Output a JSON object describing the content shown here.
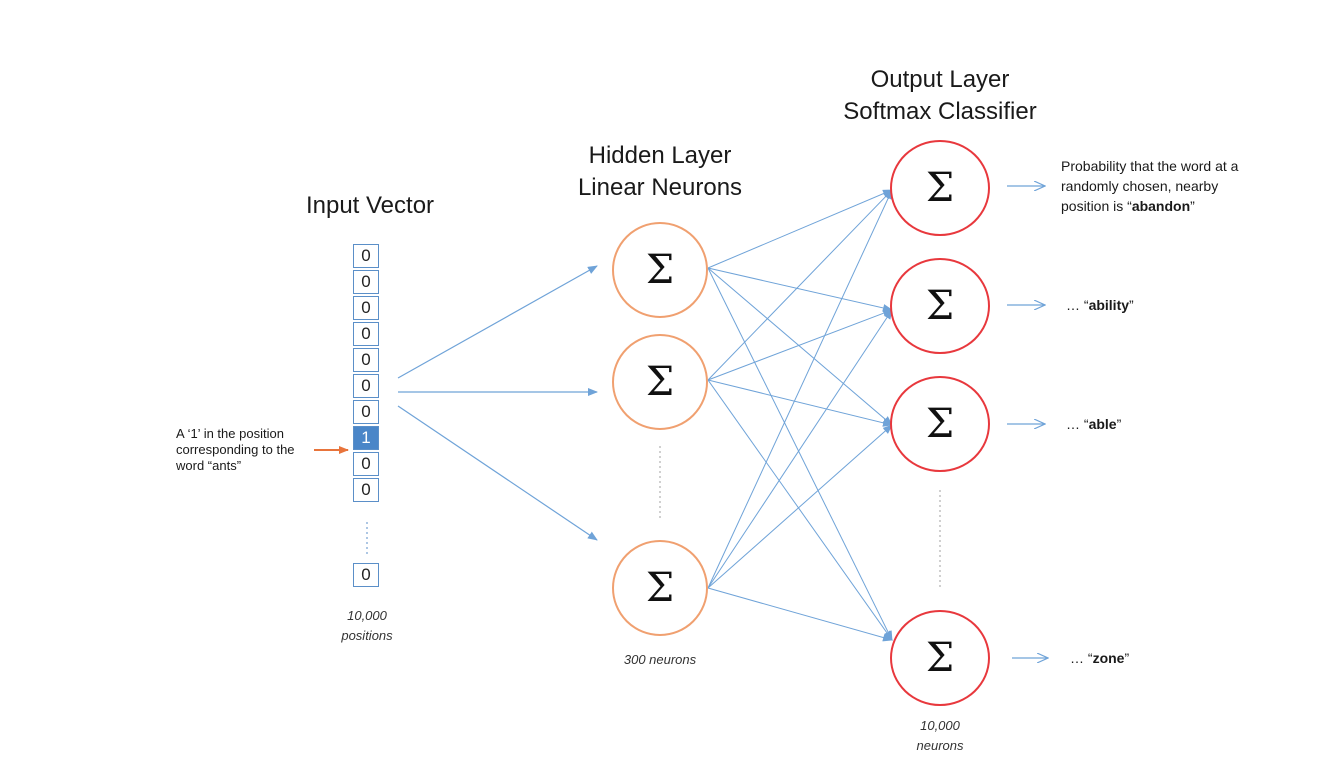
{
  "titles": {
    "input": "Input Vector",
    "hidden_1": "Hidden Layer",
    "hidden_2": "Linear Neurons",
    "output_1": "Output Layer",
    "output_2": "Softmax Classifier"
  },
  "input_vector": {
    "cells": [
      "0",
      "0",
      "0",
      "0",
      "0",
      "0",
      "0",
      "1",
      "0",
      "0"
    ],
    "last_cell": "0",
    "caption_1": "10,000",
    "caption_2": "positions"
  },
  "annotation": {
    "line_1": "A ‘1’ in the position",
    "line_2": "corresponding to the",
    "line_3": "word “ants”"
  },
  "hidden_layer": {
    "symbol": "Σ",
    "caption": "300 neurons"
  },
  "output_layer": {
    "symbol": "Σ",
    "caption_1": "10,000",
    "caption_2": "neurons"
  },
  "output_labels": {
    "first_line_1": "Probability that the word at a",
    "first_line_2": "randomly chosen, nearby",
    "first_line_3_prefix": "position is “",
    "first_line_3_word": "abandon",
    "first_line_3_suffix": "”",
    "ability_prefix": "… “",
    "ability_word": "ability",
    "ability_suffix": "”",
    "able_prefix": "… “",
    "able_word": "able",
    "able_suffix": "”",
    "zone_prefix": "… “",
    "zone_word": "zone",
    "zone_suffix": "”"
  },
  "colors": {
    "wire": "#6fa3d8",
    "hidden_border": "#f0a070",
    "output_border": "#e8383d",
    "hot_cell": "#4a86c8",
    "pointer_arrow": "#e8743b"
  }
}
